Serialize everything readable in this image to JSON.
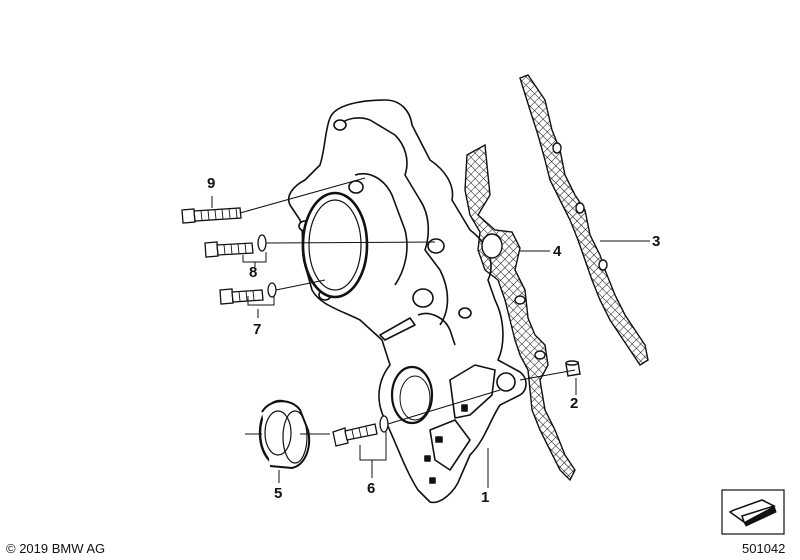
{
  "callouts": {
    "c1": "1",
    "c2": "2",
    "c3": "3",
    "c4": "4",
    "c5": "5",
    "c6": "6",
    "c7": "7",
    "c8": "8",
    "c9": "9"
  },
  "footer": {
    "copyright": "© 2019 BMW AG",
    "diagram_id": "501042"
  },
  "colors": {
    "line": "#111111",
    "background": "#ffffff"
  }
}
